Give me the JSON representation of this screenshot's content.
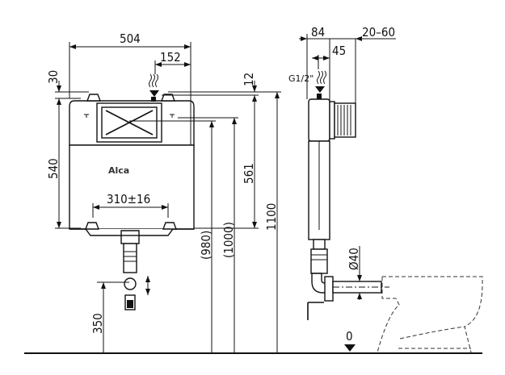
{
  "front_view": {
    "width_label": "504",
    "inlet_offset_label": "152",
    "top_offset_label": "30",
    "tank_height_label": "540",
    "fixing_spacing_label": "310±16",
    "button_height_label": "561",
    "inlet_top_label": "12",
    "height_980_label": "(980)",
    "height_1000_label": "(1000)",
    "total_height_label": "1100",
    "bottom_height_label": "350",
    "brand_logo": "Alca"
  },
  "side_view": {
    "depth_label": "84",
    "adjust_label": "20–60",
    "inlet_depth_label": "45",
    "inlet_thread_label": "G1/2\"",
    "pipe_diameter_label": "Ø40",
    "floor_level_label": "0"
  }
}
